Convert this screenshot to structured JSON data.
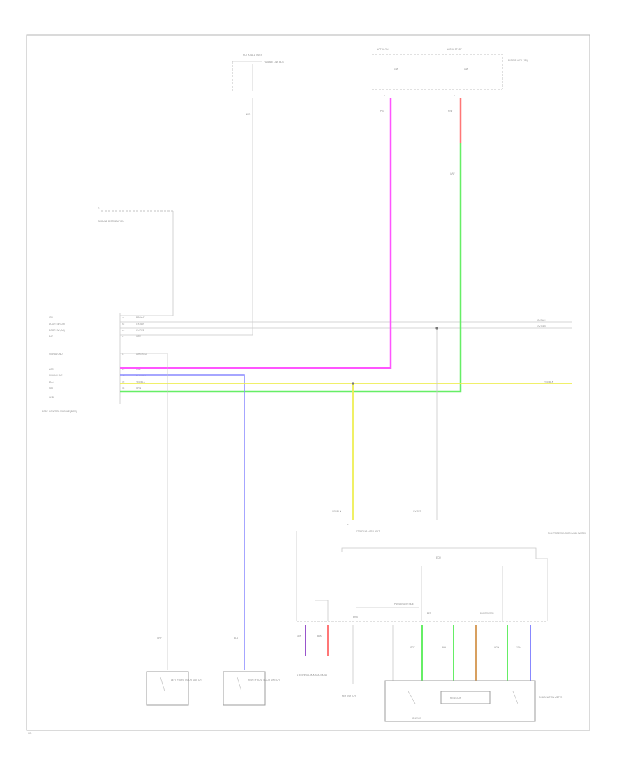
{
  "colors": {
    "pink": "#ff55ff",
    "green": "#66ee66",
    "yellow": "#eeee55",
    "blue": "#8888ff",
    "red": "#ff7777",
    "purple": "#9955cc",
    "orange": "#d8a060",
    "gray": "#c8c8c8"
  },
  "footer_code": "WD",
  "top_center": {
    "header": "HOT AT ALL TIMES",
    "note": "FUSIBLE LINK BOX",
    "wire": "W/G"
  },
  "top_right": {
    "header_left": "HOT IN ON",
    "header_right": "HOT IN START",
    "fuse1": "10A",
    "fuse2": "10A",
    "note": "FUSE BLOCK (J/B)",
    "wire_pink": "P/G",
    "wire_red": "R/W",
    "wire_green": "G/W",
    "pin_left": "2",
    "pin_right": "4"
  },
  "ground_connector": {
    "header": "G",
    "note": "GROUND DISTRIBUTION"
  },
  "bcm": {
    "label": "BODY CONTROL MODULE (BCM)",
    "rows": [
      {
        "name": "IGN",
        "pin": "21",
        "wire": "BR/WHT"
      },
      {
        "name": "DOOR SW (DR)",
        "pin": "62",
        "wire": "GY/BLK"
      },
      {
        "name": "DOOR SW (AS)",
        "pin": "12",
        "wire": "GY/RED"
      },
      {
        "name": "BAT",
        "pin": "11",
        "wire": "GRY"
      },
      {
        "name": "",
        "pin": "",
        "wire": ""
      },
      {
        "name": "SIGNAL GND",
        "pin": "17",
        "wire": "WHT/RED"
      },
      {
        "name": "",
        "pin": "",
        "wire": ""
      },
      {
        "name": "ACC",
        "pin": "23",
        "wire": "PNK"
      },
      {
        "name": "SIGNAL LINE",
        "pin": "30",
        "wire": "BLU/WHT"
      },
      {
        "name": "ACC",
        "pin": "39",
        "wire": "YEL/BLK"
      },
      {
        "name": "IGN",
        "pin": "38",
        "wire": "GRN"
      },
      {
        "name": "GND",
        "pin": "",
        "wire": ""
      }
    ],
    "right_wire_1": "GY/BLK",
    "right_wire_2": "GY/RED",
    "right_wire_3": "YEL/BLK"
  },
  "lower_left_switch": {
    "wire": "GRY",
    "label": "LEFT FRONT DOOR SWITCH"
  },
  "lower_mid_switch": {
    "wire": "BLU",
    "label": "RIGHT FRONT DOOR SWITCH"
  },
  "steering": {
    "wire_yellow": "YEL/BLK",
    "wire_gray": "GY/RED",
    "label": "STEERING LOCK UNIT",
    "pin": "2",
    "block": "ECU",
    "note": "RIGHT STEERING COLUMN SWITCH"
  },
  "lower_right": {
    "left_hdr": "BRN",
    "right_hdr": "PASSENGER SIDE",
    "mid_hdr": "LEFT",
    "hdr4": "PASSENGER",
    "wires": [
      "GRN",
      "BLK",
      "GRY",
      "BLU",
      "GRN",
      "YEL"
    ],
    "label_left": "STEERING LOCK SOLENOID",
    "label_center": "KEY SWITCH",
    "bottom_label": "IGNITION",
    "block_text": "RESISTOR",
    "right_label": "COMBINATION METER"
  }
}
